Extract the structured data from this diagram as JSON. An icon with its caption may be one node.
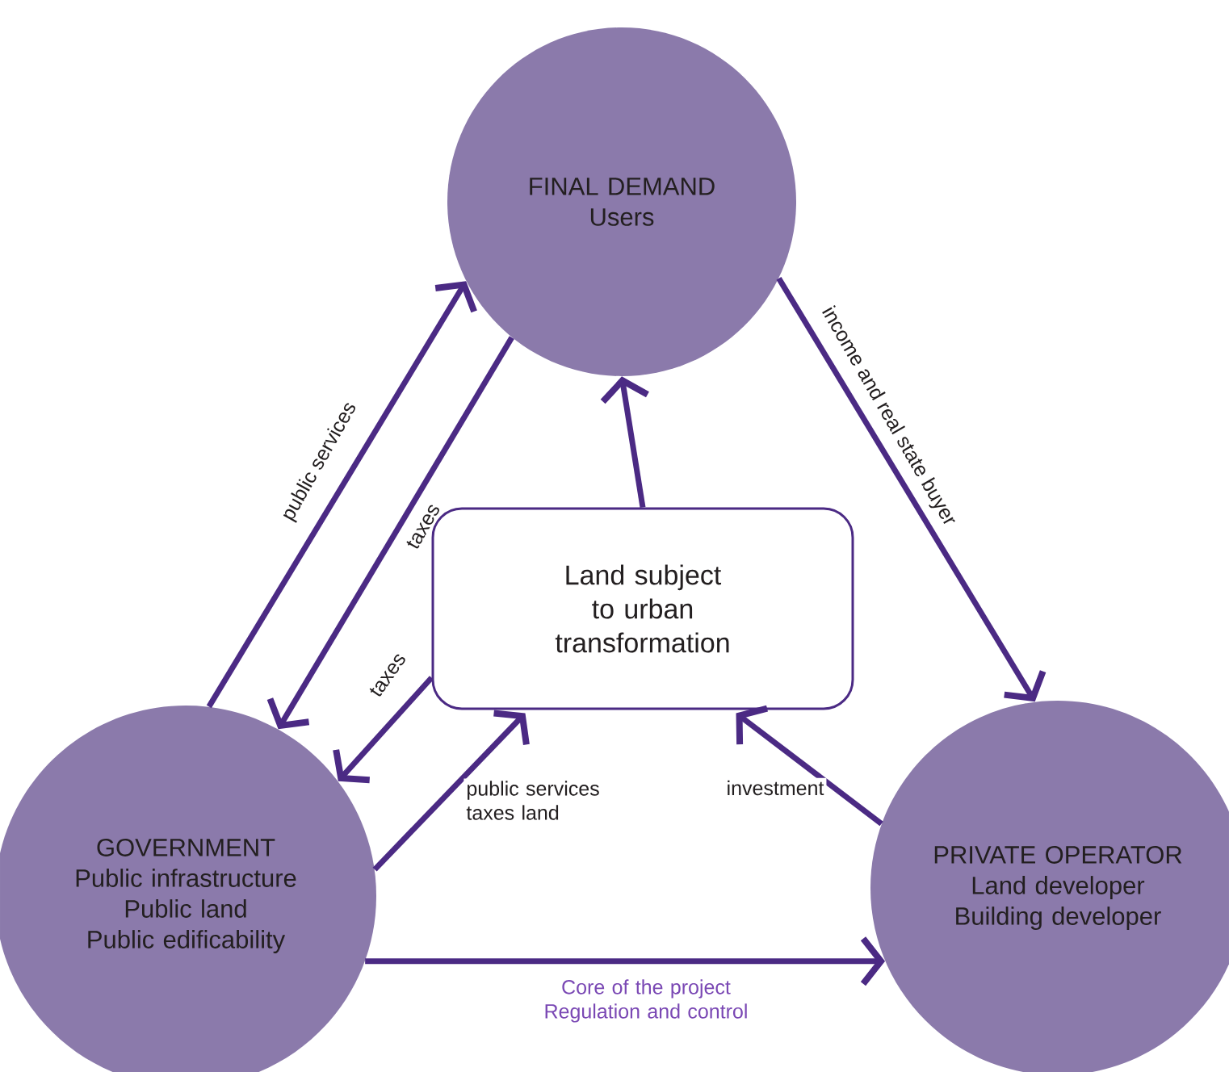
{
  "diagram": {
    "nodes": [
      {
        "text": [
          "FINAL DEMAND",
          "Users"
        ]
      },
      {
        "text": [
          "Land subject to urban transformation"
        ]
      },
      {
        "text": [
          "GOVERNMENT",
          "Public infrastructure",
          "Public land",
          "Public edificability"
        ]
      },
      {
        "text": [
          "PRIVATE OPERATOR",
          "Land developer",
          "Building developer"
        ]
      }
    ],
    "edges": [
      {
        "from": 2,
        "to": 0,
        "arrow": "to",
        "label": "public services"
      },
      {
        "from": 0,
        "to": 2,
        "arrow": "to",
        "label": "taxes"
      },
      {
        "from": 1,
        "to": 2,
        "arrow": "to",
        "label": "taxes"
      },
      {
        "from": 2,
        "to": 1,
        "arrow": "to",
        "label": "public services taxes land"
      },
      {
        "from": 3,
        "to": 1,
        "arrow": "to",
        "label": "investment"
      },
      {
        "from": 1,
        "to": 0,
        "arrow": "to"
      },
      {
        "from": 0,
        "to": 3,
        "arrow": "to",
        "label": "income and real state buyer"
      },
      {
        "from": 2,
        "to": 3,
        "arrow": "to",
        "label": "Core of the project Regulation and control"
      }
    ]
  }
}
